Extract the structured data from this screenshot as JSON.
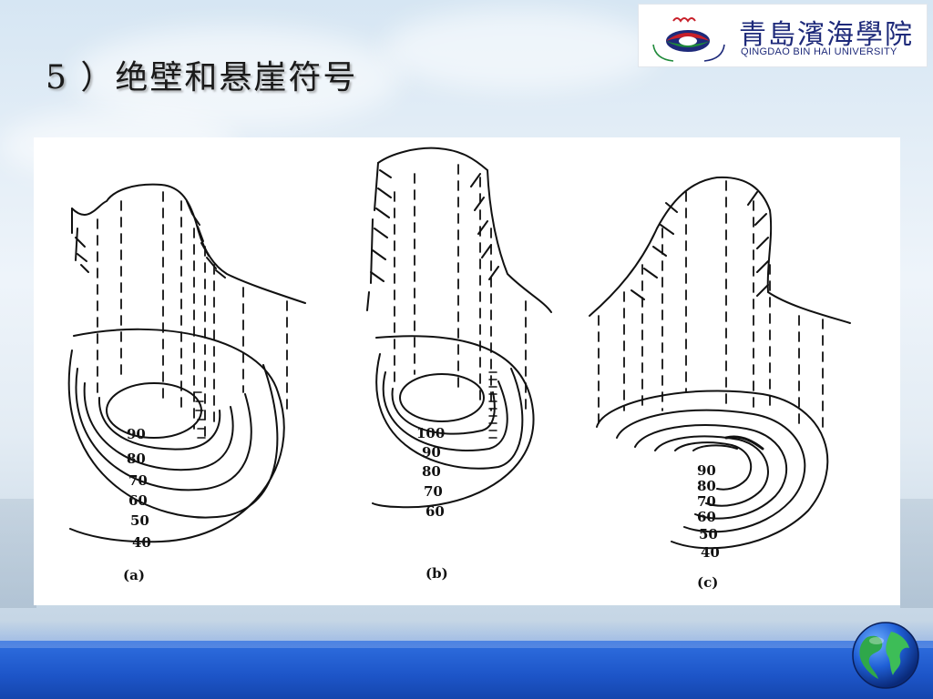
{
  "slide": {
    "title": "5 ）绝壁和悬崖符号"
  },
  "logo": {
    "name_cn": "青島濱海學院",
    "name_en": "QINGDAO BIN HAI UNIVERSITY",
    "emblem_icon": "university-emblem-icon",
    "colors": {
      "text": "#1e2a7a",
      "emblem_red": "#c8202a",
      "emblem_green": "#1f8a3a",
      "emblem_blue": "#1e2a7a"
    }
  },
  "figure": {
    "panels": [
      {
        "label": "(a)",
        "contours": [
          "90",
          "80",
          "70",
          "60",
          "50",
          "40"
        ]
      },
      {
        "label": "(b)",
        "contours": [
          "100",
          "90",
          "80",
          "70",
          "60"
        ]
      },
      {
        "label": "(c)",
        "contours": [
          "90",
          "80",
          "70",
          "60",
          "50",
          "40"
        ]
      }
    ]
  },
  "decor": {
    "globe_icon": "globe-icon",
    "footer_color": "#1d55c8"
  }
}
